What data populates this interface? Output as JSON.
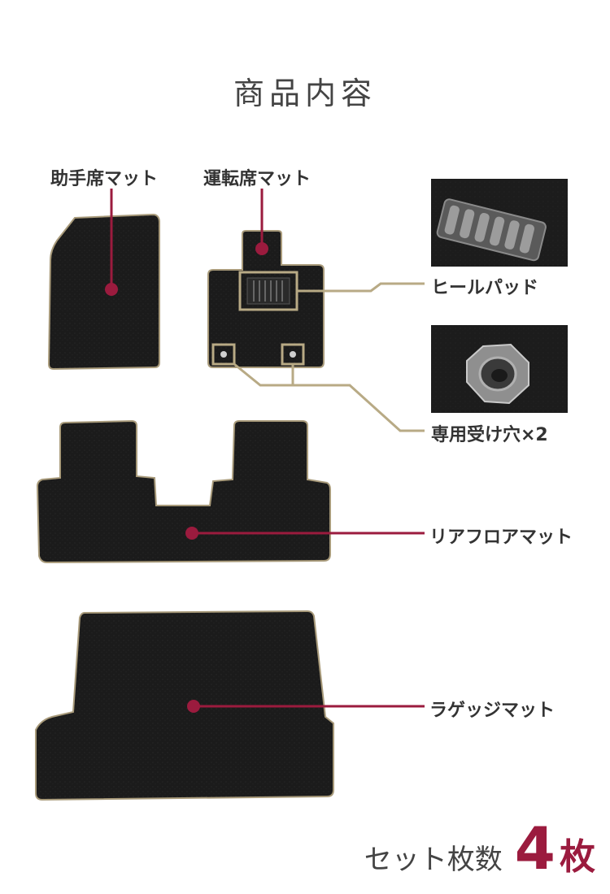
{
  "title": "商品内容",
  "labels": {
    "passenger_mat": "助手席マット",
    "driver_mat": "運転席マット",
    "heel_pad": "ヒールパッド",
    "mounting_holes": "専用受け穴×2",
    "rear_floor_mat": "リアフロアマット",
    "luggage_mat": "ラゲッジマット"
  },
  "set_count": {
    "label": "セット枚数",
    "number": "4",
    "unit": "枚"
  },
  "colors": {
    "accent": "#9b1b3e",
    "mat": "#1c1c1c",
    "edge": "#a89a7a",
    "callout": "#b8aa85"
  }
}
